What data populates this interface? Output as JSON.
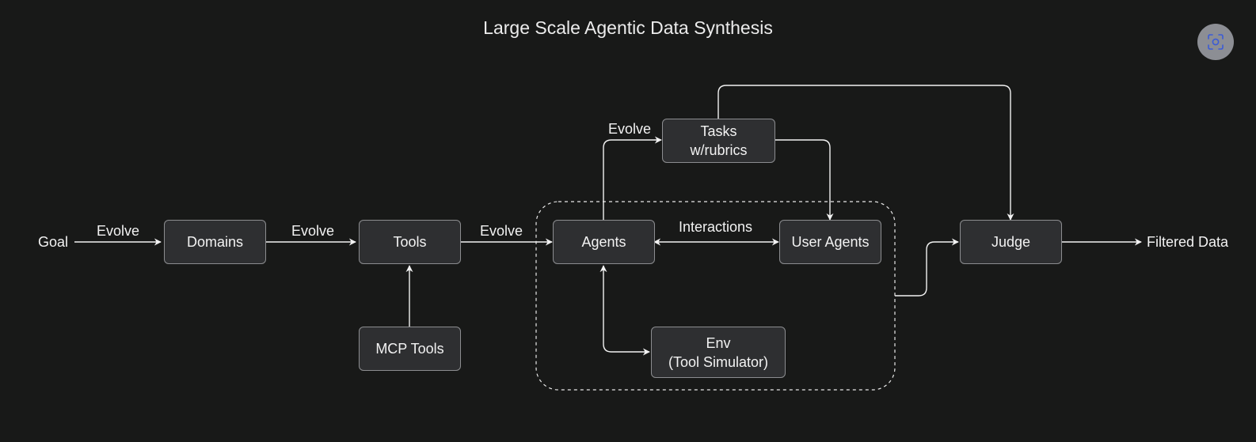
{
  "title": "Large Scale Agentic Data Synthesis",
  "nodes": {
    "domains": "Domains",
    "tools": "Tools",
    "mcp_tools": "MCP Tools",
    "agents": "Agents",
    "user_agents": "User Agents",
    "tasks_line1": "Tasks",
    "tasks_line2": "w/rubrics",
    "env_line1": "Env",
    "env_line2": "(Tool Simulator)",
    "judge": "Judge"
  },
  "labels": {
    "goal": "Goal",
    "filtered_data": "Filtered Data",
    "evolve_goal_domains": "Evolve",
    "evolve_domains_tools": "Evolve",
    "evolve_tools_agents": "Evolve",
    "evolve_agents_tasks": "Evolve",
    "interactions": "Interactions"
  },
  "colors": {
    "background": "#181918",
    "node_fill": "#2e2f31",
    "node_border": "#8c8d90",
    "edge": "#f2f2f2",
    "text": "#f2f2f2",
    "focus_button": "#8c8e94",
    "focus_icon": "#3b5bd6"
  },
  "icons": {
    "focus_button": "focus-scan-icon"
  }
}
